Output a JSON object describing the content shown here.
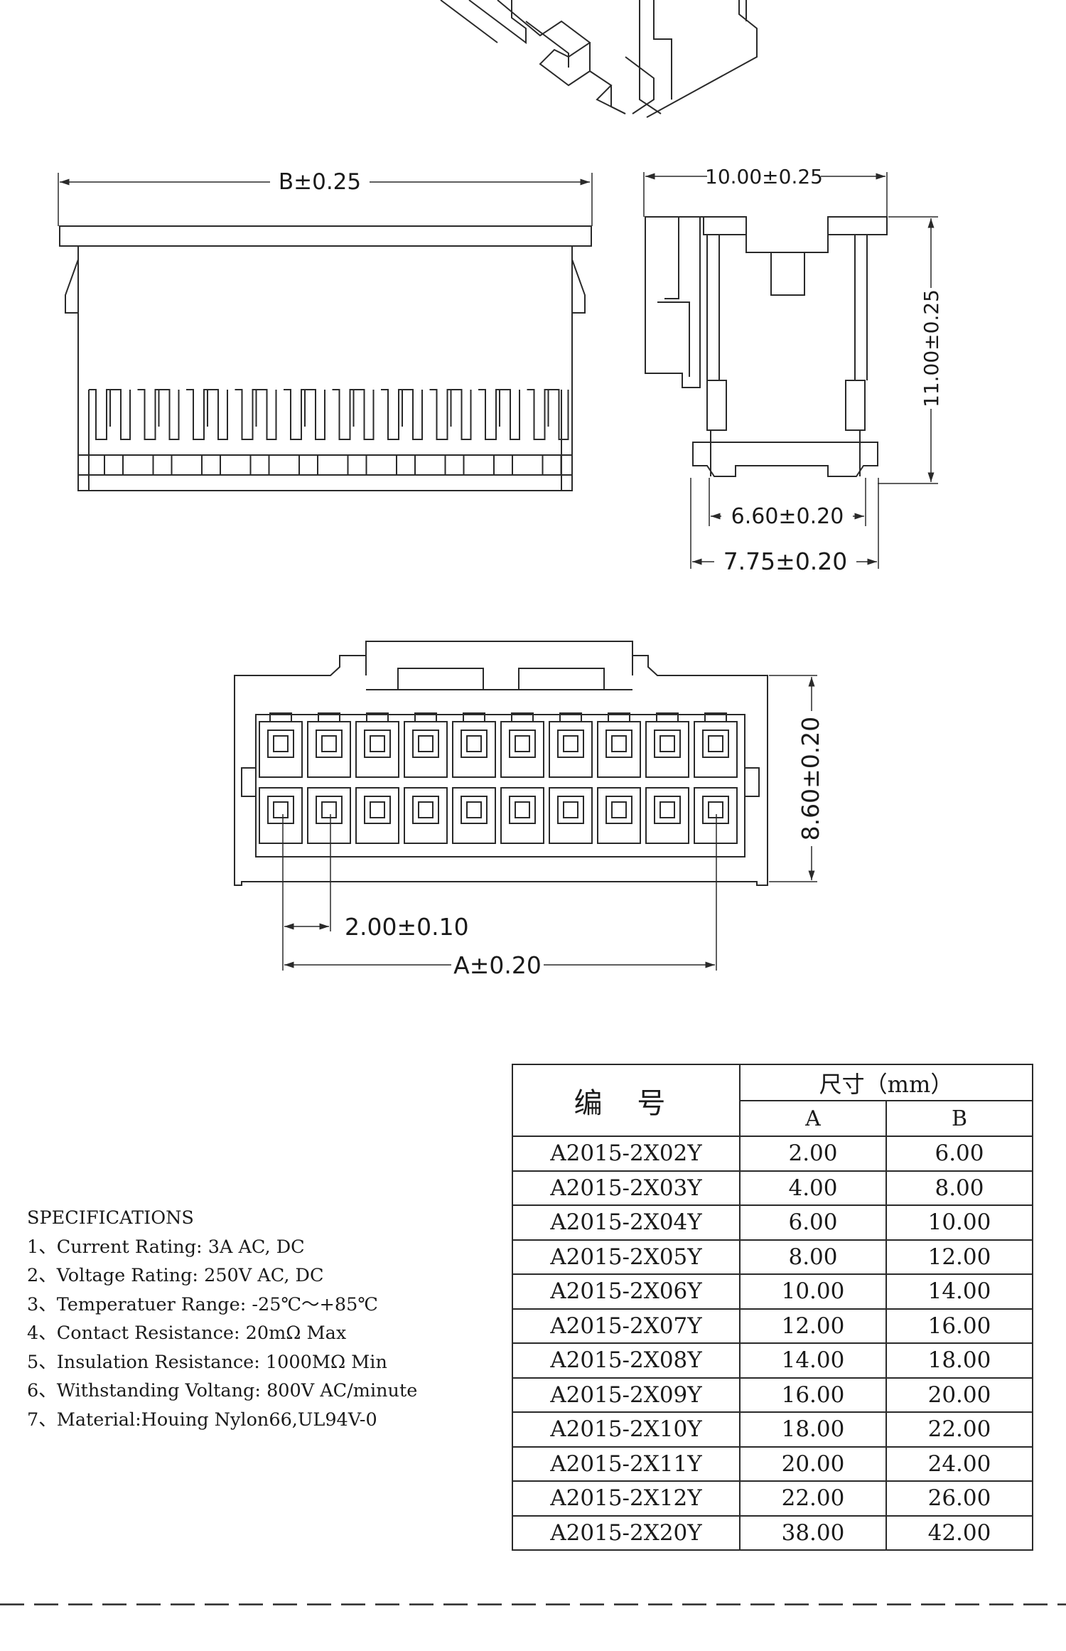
{
  "side_view": {
    "width_dim": "B±0.25"
  },
  "end_view": {
    "top_dim": "10.00±0.25",
    "height_dim": "11.00±0.25",
    "inner_dim": "6.60±0.20",
    "outer_dim": "7.75±0.20"
  },
  "front_view": {
    "height_dim": "8.60±0.20",
    "pitch_dim": "2.00±0.10",
    "span_dim": "A±0.20"
  },
  "specifications": {
    "title": "SPECIFICATIONS",
    "items": [
      "1、Current Rating: 3A AC, DC",
      "2、Voltage Rating: 250V AC, DC",
      "3、Temperatuer Range: -25℃～+85℃",
      "4、Contact Resistance: 20mΩ  Max",
      "5、Insulation Resistance: 1000MΩ  Min",
      "6、Withstanding Voltang: 800V AC/minute",
      "7、Material:Houing Nylon66,UL94V-0"
    ]
  },
  "dimension_table": {
    "code_header": "编 号",
    "size_header": "尺寸（mm）",
    "col_a": "A",
    "col_b": "B",
    "rows": [
      [
        "A2015-2X02Y",
        "2.00",
        "6.00"
      ],
      [
        "A2015-2X03Y",
        "4.00",
        "8.00"
      ],
      [
        "A2015-2X04Y",
        "6.00",
        "10.00"
      ],
      [
        "A2015-2X05Y",
        "8.00",
        "12.00"
      ],
      [
        "A2015-2X06Y",
        "10.00",
        "14.00"
      ],
      [
        "A2015-2X07Y",
        "12.00",
        "16.00"
      ],
      [
        "A2015-2X08Y",
        "14.00",
        "18.00"
      ],
      [
        "A2015-2X09Y",
        "16.00",
        "20.00"
      ],
      [
        "A2015-2X10Y",
        "18.00",
        "22.00"
      ],
      [
        "A2015-2X11Y",
        "20.00",
        "24.00"
      ],
      [
        "A2015-2X12Y",
        "22.00",
        "26.00"
      ],
      [
        "A2015-2X20Y",
        "38.00",
        "42.00"
      ]
    ]
  },
  "colors": {
    "line": "#2a2a2a",
    "background": "#ffffff"
  }
}
